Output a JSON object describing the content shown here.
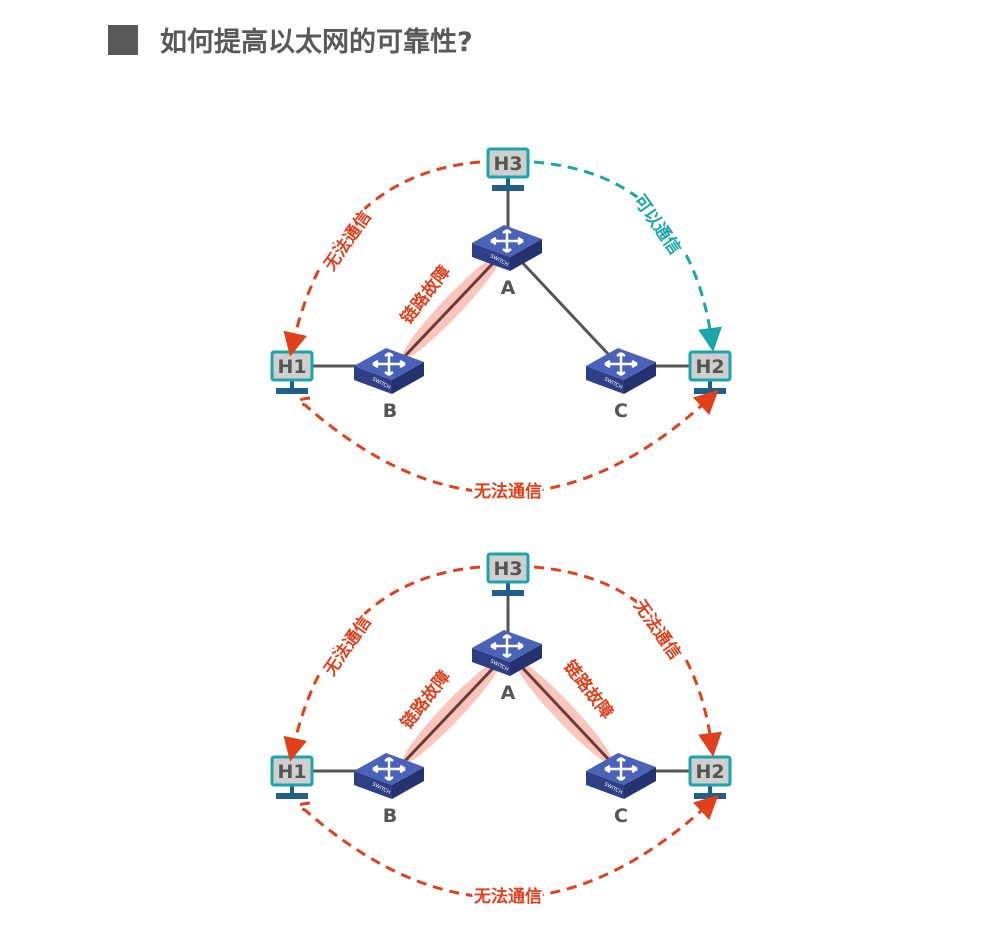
{
  "title": "如何提高以太网的可靠性?",
  "colors": {
    "fail": "#e2401c",
    "ok": "#1aa5ab",
    "host_border": "#1aa5ab",
    "switch": "#3a4f9e",
    "fault_glow": "#f7b7ad"
  },
  "icons": {
    "host": "computer-monitor-icon",
    "switch": "network-switch-icon",
    "title_marker": "square-bullet-icon"
  },
  "diagrams": [
    {
      "hosts": {
        "top": "H3",
        "left": "H1",
        "right": "H2"
      },
      "switches": {
        "top": "A",
        "left": "B",
        "right": "C"
      },
      "switch_caption": "SWITCH",
      "links": {
        "A-B": "fault",
        "A-C": "ok"
      },
      "fault_label": "链路故障",
      "arcs": {
        "H1-H3": {
          "state": "fail",
          "label": "无法通信"
        },
        "H3-H2": {
          "state": "ok",
          "label": "可以通信"
        },
        "H1-H2": {
          "state": "fail",
          "label": "无法通信"
        }
      }
    },
    {
      "hosts": {
        "top": "H3",
        "left": "H1",
        "right": "H2"
      },
      "switches": {
        "top": "A",
        "left": "B",
        "right": "C"
      },
      "switch_caption": "SWITCH",
      "links": {
        "A-B": "fault",
        "A-C": "fault"
      },
      "fault_label": "链路故障",
      "arcs": {
        "H1-H3": {
          "state": "fail",
          "label": "无法通信"
        },
        "H3-H2": {
          "state": "fail",
          "label": "无法通信"
        },
        "H1-H2": {
          "state": "fail",
          "label": "无法通信"
        }
      }
    }
  ]
}
